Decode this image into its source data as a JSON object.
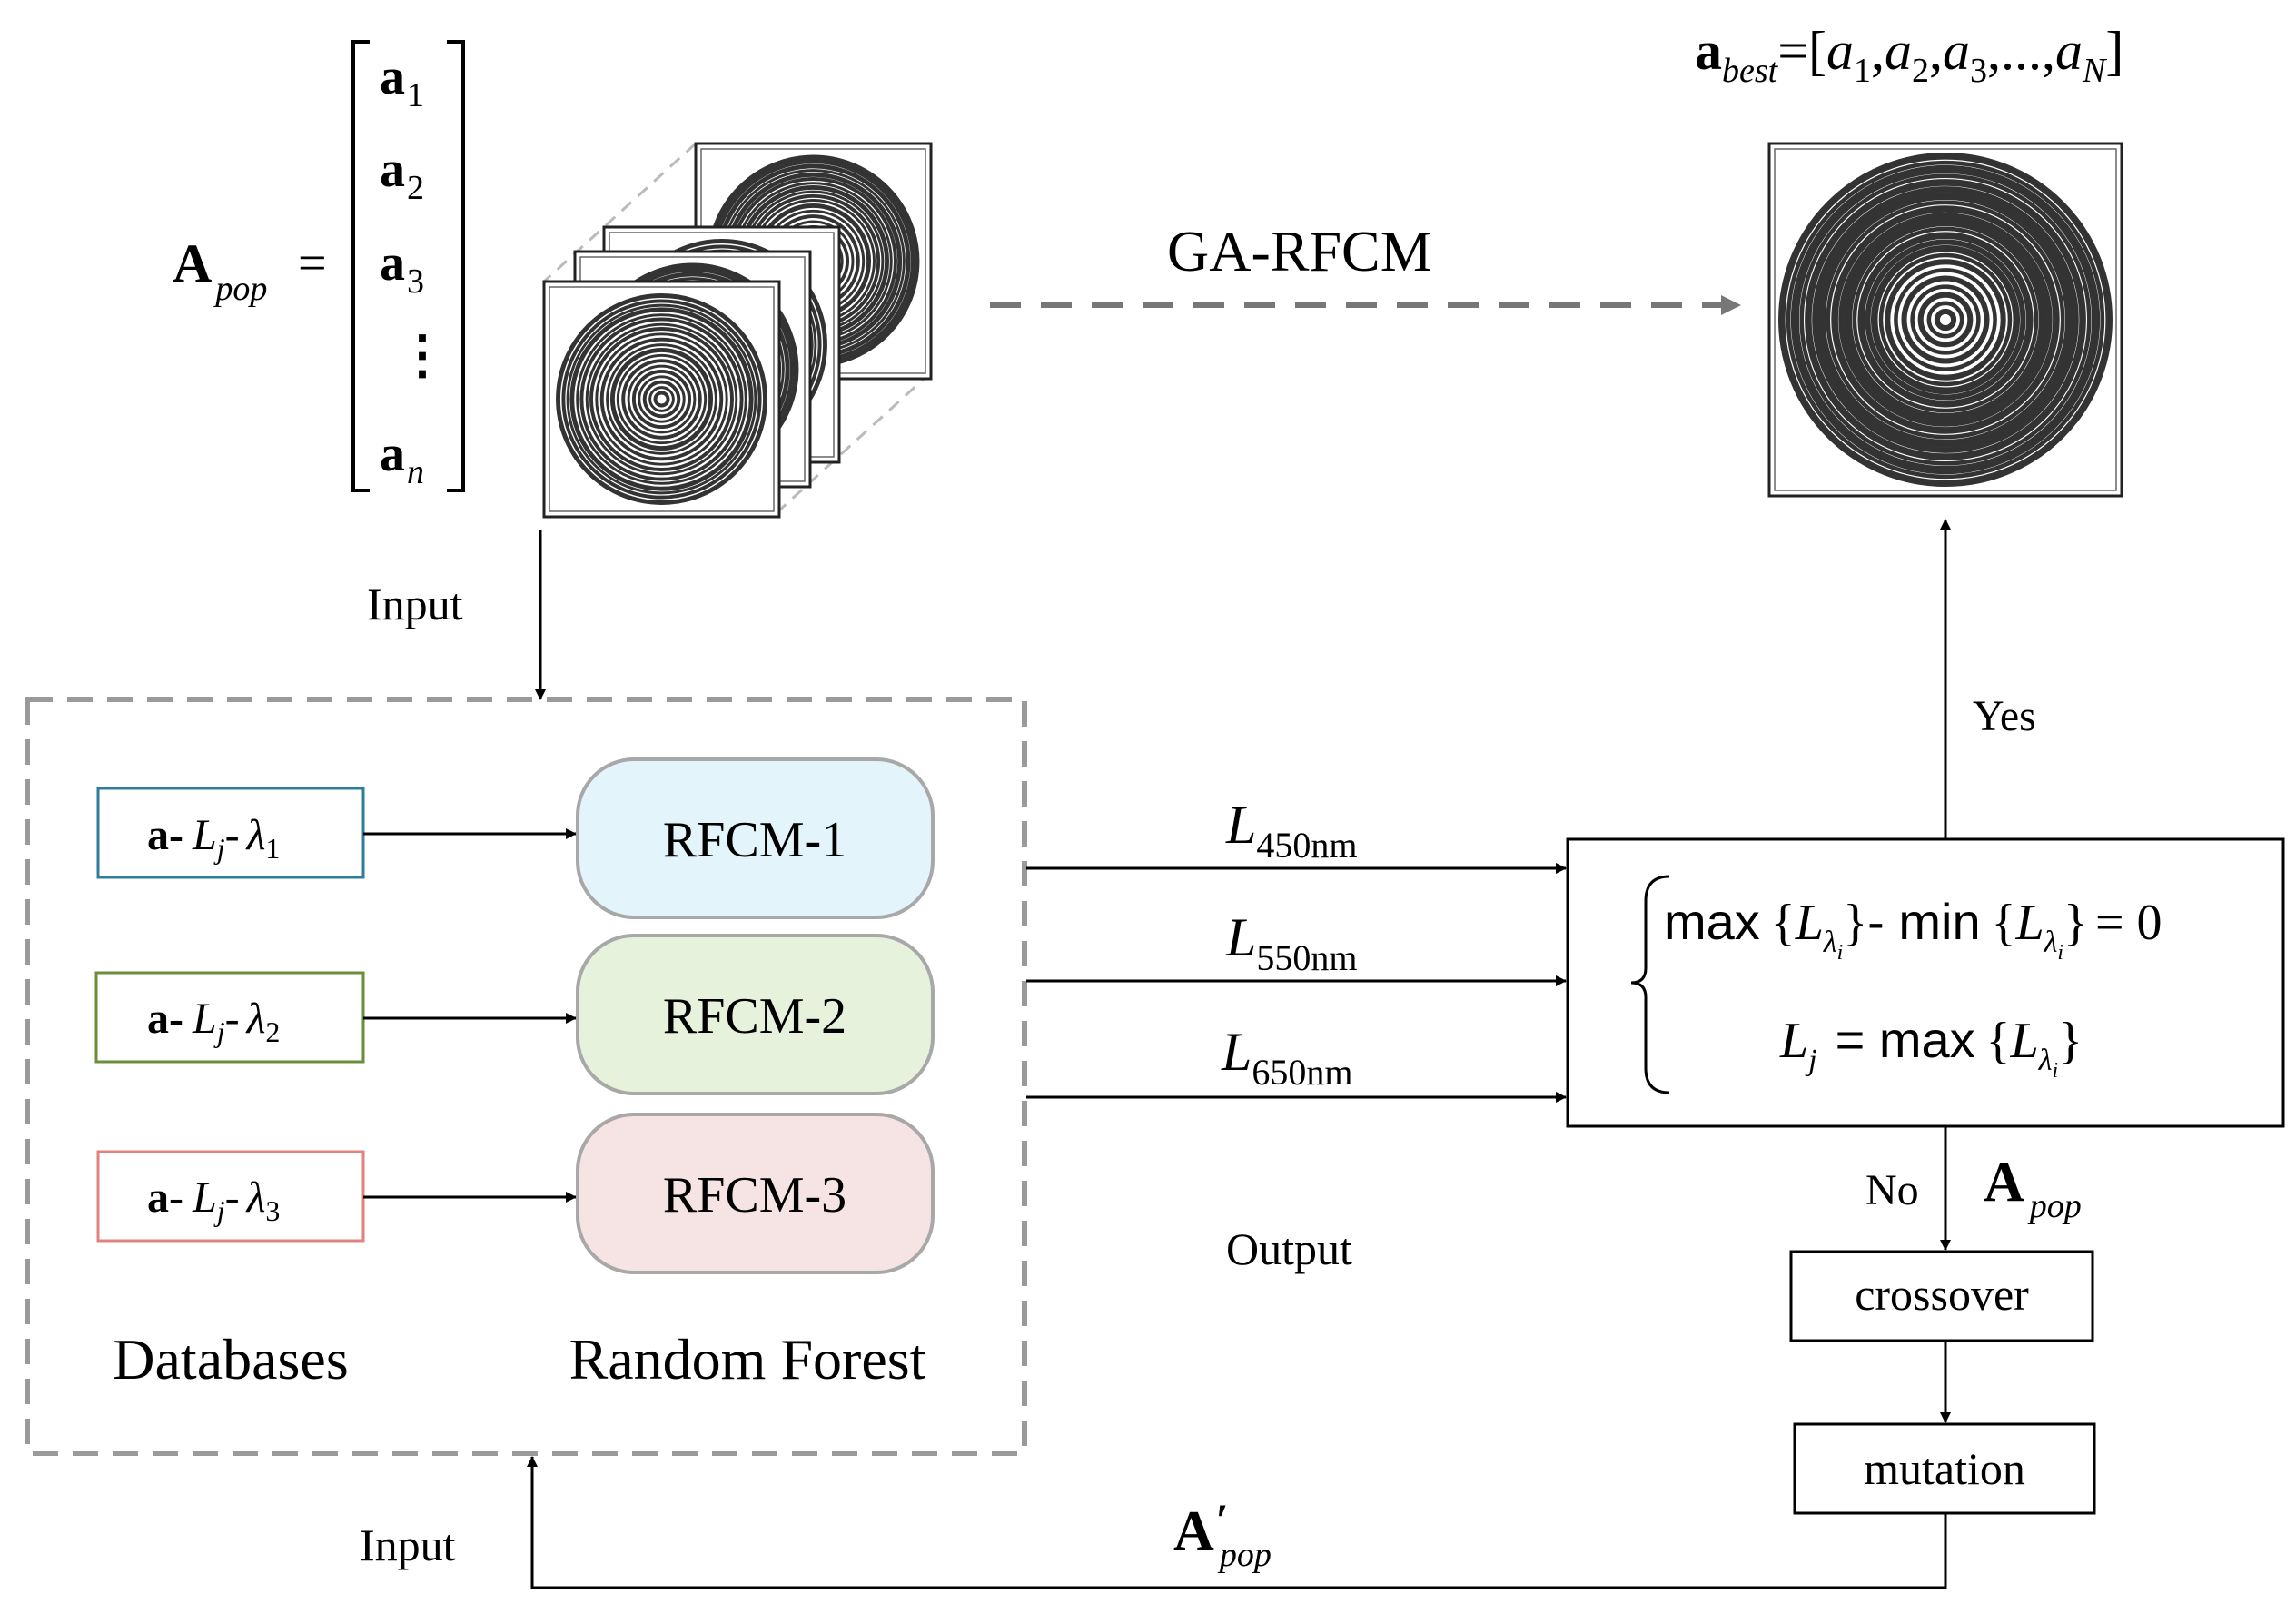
{
  "population": {
    "label_main": "A",
    "label_sub": "pop",
    "equals": "=",
    "vector": [
      {
        "main": "a",
        "sub": "1"
      },
      {
        "main": "a",
        "sub": "2"
      },
      {
        "main": "a",
        "sub": "3"
      },
      {
        "main": "a",
        "sub": "n"
      }
    ],
    "dots": "⋮"
  },
  "best": {
    "main": "a",
    "sub": "best",
    "rhs_open": "=[",
    "items": [
      {
        "main": "a",
        "sub": "1"
      },
      {
        "main": "a",
        "sub": "2"
      },
      {
        "main": "a",
        "sub": "3"
      }
    ],
    "ellipsis": ",...,",
    "last": {
      "main": "a",
      "sub": "N"
    },
    "close": "]"
  },
  "labels": {
    "ga_rfcm": "GA-RFCM",
    "input_top": "Input",
    "input_bottom": "Input",
    "output": "Output",
    "yes": "Yes",
    "no": "No",
    "databases": "Databases",
    "random_forest": "Random Forest",
    "crossover": "crossover",
    "mutation": "mutation"
  },
  "databases": [
    {
      "prefix": "a-",
      "L": "L",
      "Lsub": "j",
      "sep": "-",
      "lambda": "λ",
      "lsub": "1",
      "border": "#2e7d9a"
    },
    {
      "prefix": "a-",
      "L": "L",
      "Lsub": "j",
      "sep": "-",
      "lambda": "λ",
      "lsub": "2",
      "border": "#6b8e3a"
    },
    {
      "prefix": "a-",
      "L": "L",
      "Lsub": "j",
      "sep": "-",
      "lambda": "λ",
      "lsub": "3",
      "border": "#e0837f"
    }
  ],
  "models": [
    {
      "label": "RFCM-1",
      "fill": "#e3f4fb"
    },
    {
      "label": "RFCM-2",
      "fill": "#e6f2dc"
    },
    {
      "label": "RFCM-3",
      "fill": "#f6e3e3"
    }
  ],
  "outputs": [
    {
      "main": "L",
      "sub": "450nm"
    },
    {
      "main": "L",
      "sub": "550nm"
    },
    {
      "main": "L",
      "sub": "650nm"
    }
  ],
  "condition": {
    "line1": {
      "max": "max",
      "L": "L",
      "lsub": "λ",
      "isub": "i",
      "minus": "- min",
      "equals": "= 0"
    },
    "line2": {
      "L": "L",
      "j": "j",
      "eq_max": "= max",
      "Lb": "L",
      "lsub": "λ",
      "isub": "i"
    }
  },
  "feedback": {
    "apop": {
      "main": "A",
      "sub": "pop"
    },
    "aprime": {
      "main": "A",
      "prime": "′",
      "sub": "pop"
    }
  },
  "colors": {
    "dashed_box": "#9a9a9a",
    "ga_arrow": "#777777",
    "ring": "#333333",
    "model_border": "#a8a8a8"
  }
}
